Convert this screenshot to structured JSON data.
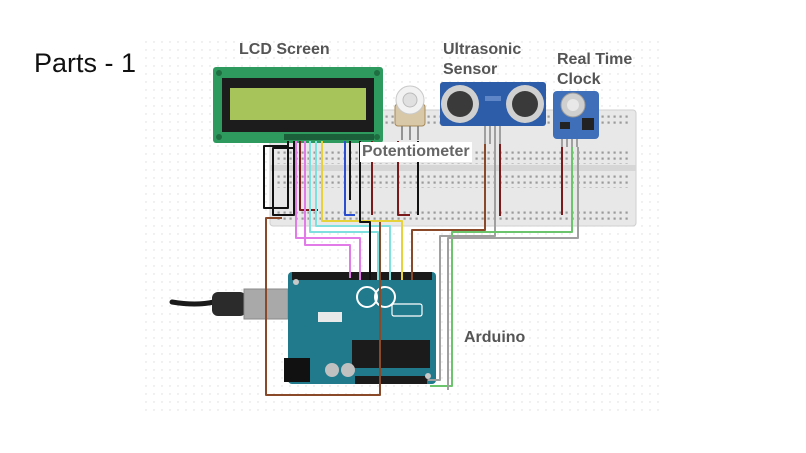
{
  "slide": {
    "title": "Parts - 1"
  },
  "labels": {
    "lcd": "LCD Screen",
    "ultrasonic": "Ultrasonic Sensor",
    "rtc": "Real Time Clock",
    "potentiometer": "Potentiometer",
    "arduino": "Arduino"
  },
  "colors": {
    "breadboard": "#e6e6e6",
    "lcd_board": "#2e9a5e",
    "lcd_screen": "#a6c45a",
    "arduino_board": "#207a8c",
    "sensor_board": "#2d5da9",
    "rtc_board": "#3f6fb8",
    "wire_brown": "#8a4a2a",
    "wire_black": "#111111",
    "wire_pink": "#e27ae8",
    "wire_cyan": "#7fe0e0",
    "wire_yellow": "#e6d23a",
    "wire_green": "#6cc46c",
    "wire_gray": "#a0a0a0",
    "wire_darkred": "#7a1a1a"
  },
  "icons": [
    "lcd-module",
    "potentiometer",
    "ultrasonic-sensor",
    "rtc-module",
    "breadboard",
    "arduino-uno",
    "usb-cable"
  ]
}
